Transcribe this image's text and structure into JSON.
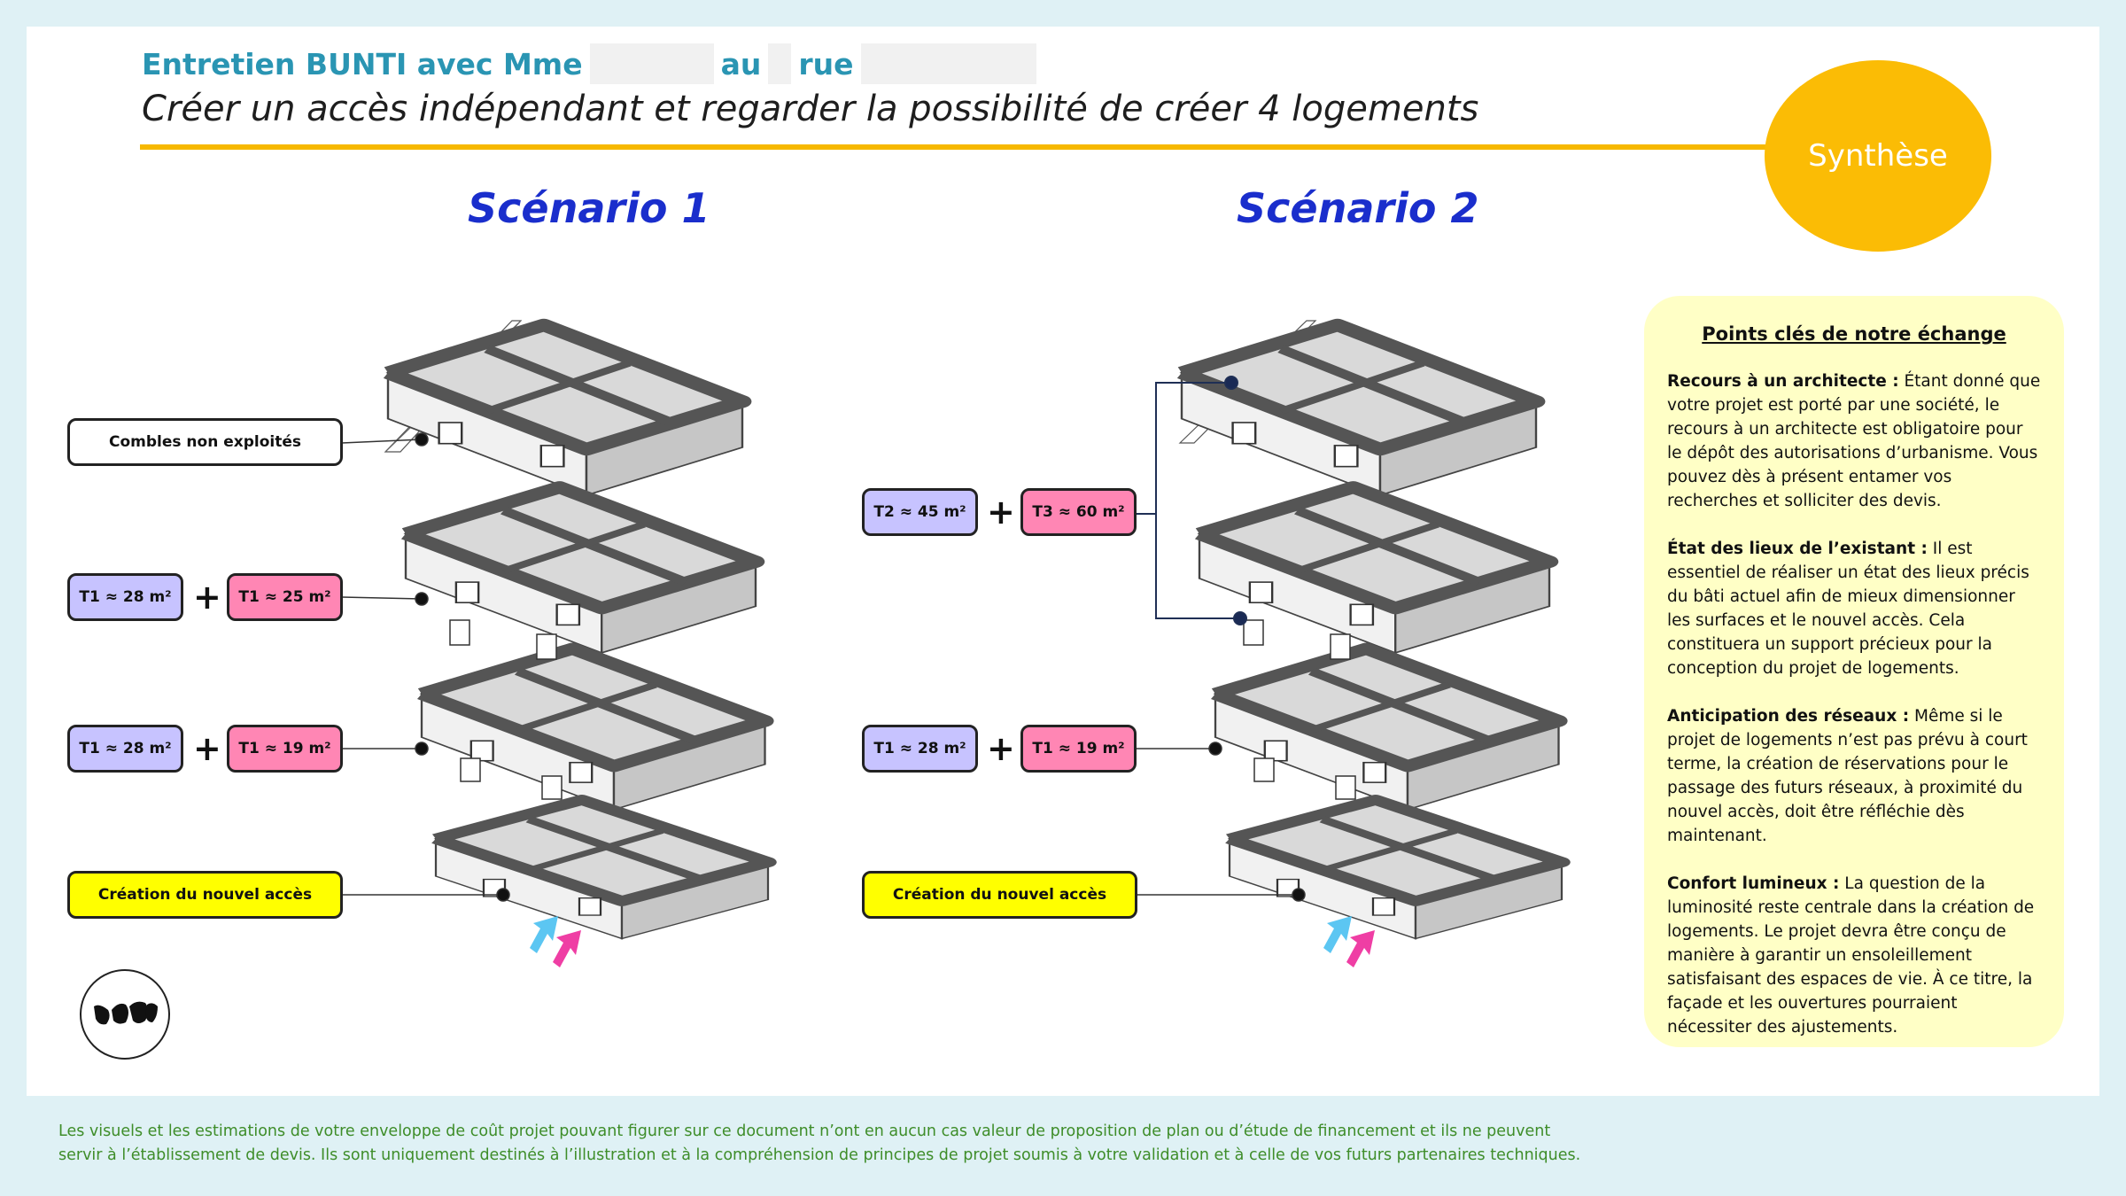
{
  "header": {
    "title_part1": "Entretien BUNTI avec Mme",
    "title_part2": "au",
    "title_part3": "rue",
    "subtitle": "Créer un accès indépendant et regarder la possibilité de créer 4 logements",
    "badge": "Synthèse"
  },
  "scenario1": {
    "title": "Scénario 1",
    "attic_label": "Combles non exploités",
    "floor2": [
      "T1 ≈ 28 m²",
      "T1 ≈ 25 m²"
    ],
    "floor1": [
      "T1 ≈ 28 m²",
      "T1 ≈ 19 m²"
    ],
    "access_label": "Création du nouvel accès",
    "plus": "+"
  },
  "scenario2": {
    "title": "Scénario 2",
    "upper": [
      "T2 ≈ 45 m²",
      "T3 ≈ 60 m²"
    ],
    "floor1": [
      "T1 ≈ 28 m²",
      "T1 ≈ 19 m²"
    ],
    "access_label": "Création du nouvel accès",
    "plus": "+"
  },
  "panel": {
    "title": "Points clés de notre échange",
    "items": [
      {
        "head": "Recours à un architecte :",
        "text": " Étant donné que votre projet est porté par une société, le recours à un architecte est obligatoire pour le dépôt des autorisations d’urbanisme. Vous pouvez dès à présent entamer vos recherches et solliciter des devis."
      },
      {
        "head": "État des lieux de l’existant :",
        "text": " Il est essentiel de réaliser un état des lieux précis du bâti actuel afin de mieux dimensionner les surfaces et le nouvel accès. Cela constituera un support précieux pour la conception du projet de logements."
      },
      {
        "head": "Anticipation des réseaux :",
        "text": " Même si le projet de logements n’est pas prévu à court terme, la création de réservations pour le passage des futurs réseaux, à proximité du nouvel accès, doit être réfléchie dès maintenant."
      },
      {
        "head": "Confort lumineux :",
        "text": " La question de la luminosité reste centrale dans la création de logements. Le projet devra être conçu de manière à garantir un ensoleillement satisfaisant des espaces de vie. À ce titre, la façade et les ouvertures pourraient nécessiter des ajustements."
      }
    ]
  },
  "footer": "Les visuels et les estimations de votre enveloppe de coût projet pouvant figurer sur ce document n’ont en aucun cas valeur de proposition de plan ou d’étude de financement et ils ne peuvent servir à l’établissement de devis. Ils sont uniquement destinés à l’illustration et à la compréhension de principes de projet soumis à votre validation et à celle de vos futurs  partenaires techniques.",
  "colors": {
    "accent": "#2a95b3",
    "badge": "#fbbc05",
    "purple": "#c7c3ff",
    "pink": "#ff86b4",
    "yellow": "#ffff00",
    "panel": "#ffffc6",
    "footer": "#3e8d29"
  },
  "icons": {
    "logo": "leaf-logo-icon",
    "arrows": [
      "blue-arrow-icon",
      "pink-arrow-icon"
    ]
  }
}
